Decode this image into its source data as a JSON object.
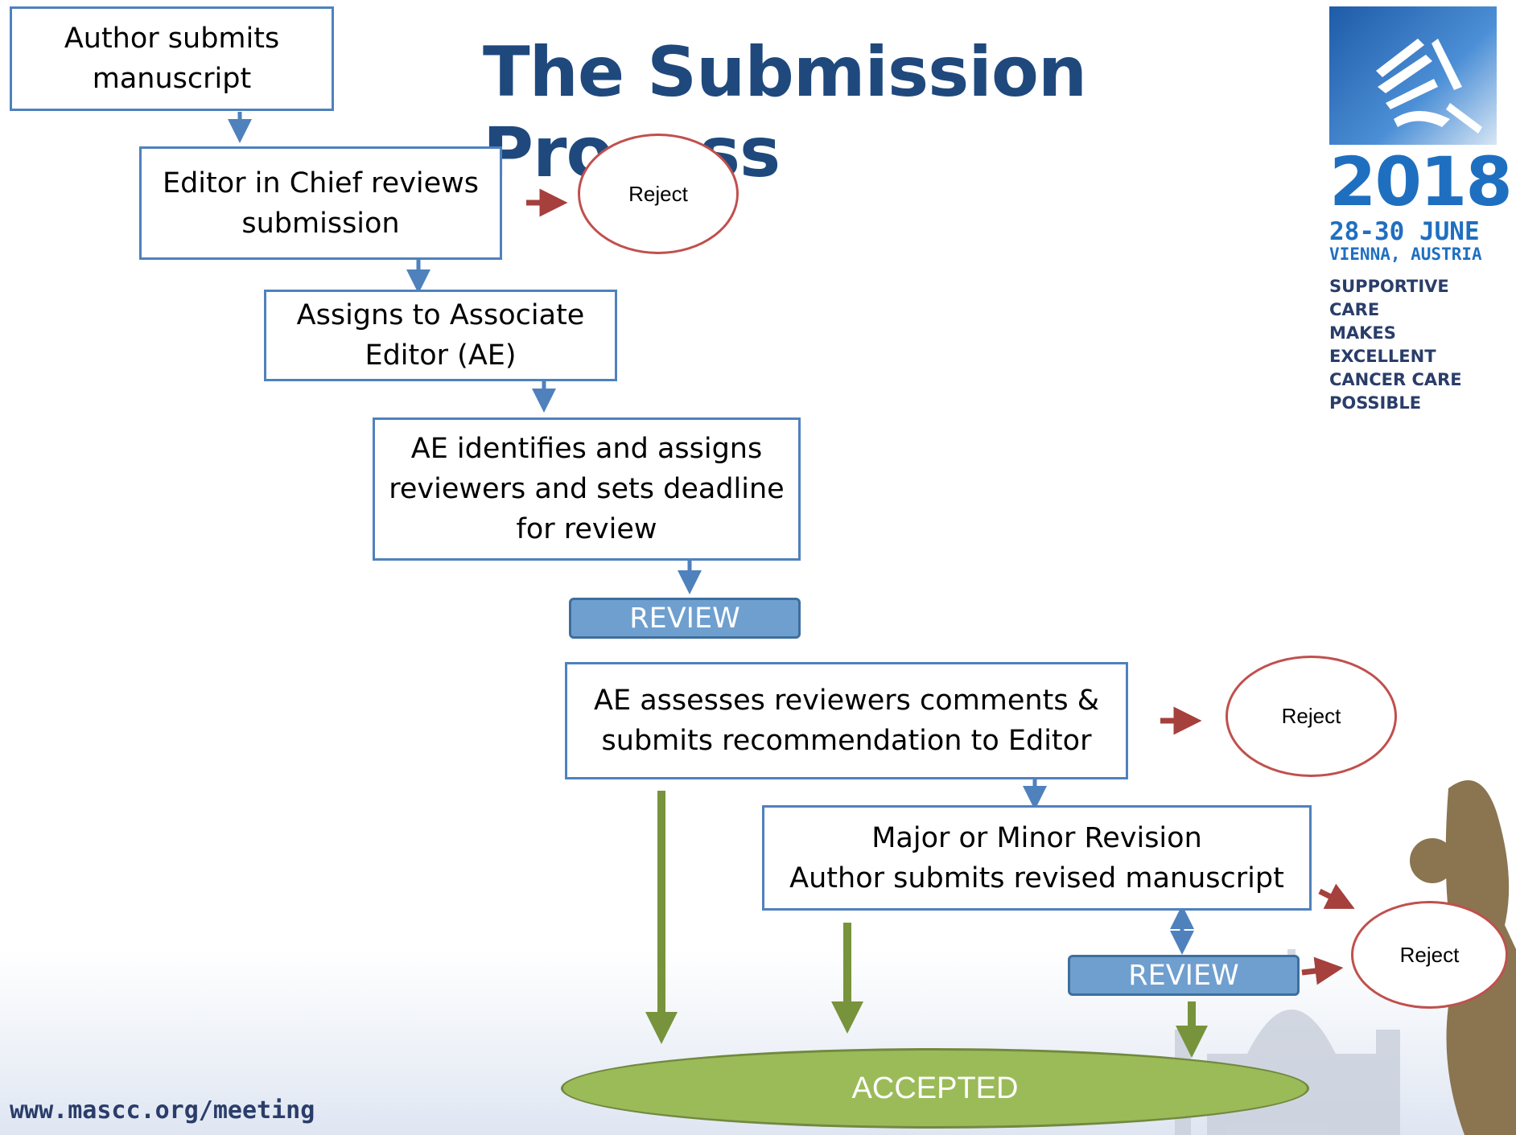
{
  "title": "The Submission Process",
  "steps": {
    "author_submits": "Author submits\nmanuscript",
    "eic_reviews": "Editor in Chief reviews\nsubmission",
    "assigns_ae": "Assigns to Associate\nEditor (AE)",
    "ae_identifies": "AE identifies and assigns\nreviewers and sets deadline\nfor review",
    "ae_assesses": "AE assesses reviewers comments &\nsubmits recommendation to Editor",
    "revision": "Major or Minor Revision\nAuthor submits revised manuscript"
  },
  "review_1": "REVIEW",
  "review_2": "REVIEW",
  "reject_1": "Reject",
  "reject_2": "Reject",
  "reject_3": "Reject",
  "accepted": "ACCEPTED",
  "footer_url": "www.mascc.org/meeting",
  "logo": {
    "year": "2018",
    "dates": "28-30 JUNE",
    "location": "VIENNA, AUSTRIA",
    "slogan": [
      "SUPPORTIVE CARE",
      "MAKES EXCELLENT",
      "CANCER CARE POSSIBLE"
    ]
  },
  "colors": {
    "title": "#1f497d",
    "box_border": "#4f81bd",
    "review_fill": "#6f9fcf",
    "reject_border": "#c0504d",
    "reject_arrow": "#a5403d",
    "flow_arrow": "#4f81bd",
    "accept_arrow": "#77933c",
    "accepted_fill": "#9bbb59"
  }
}
